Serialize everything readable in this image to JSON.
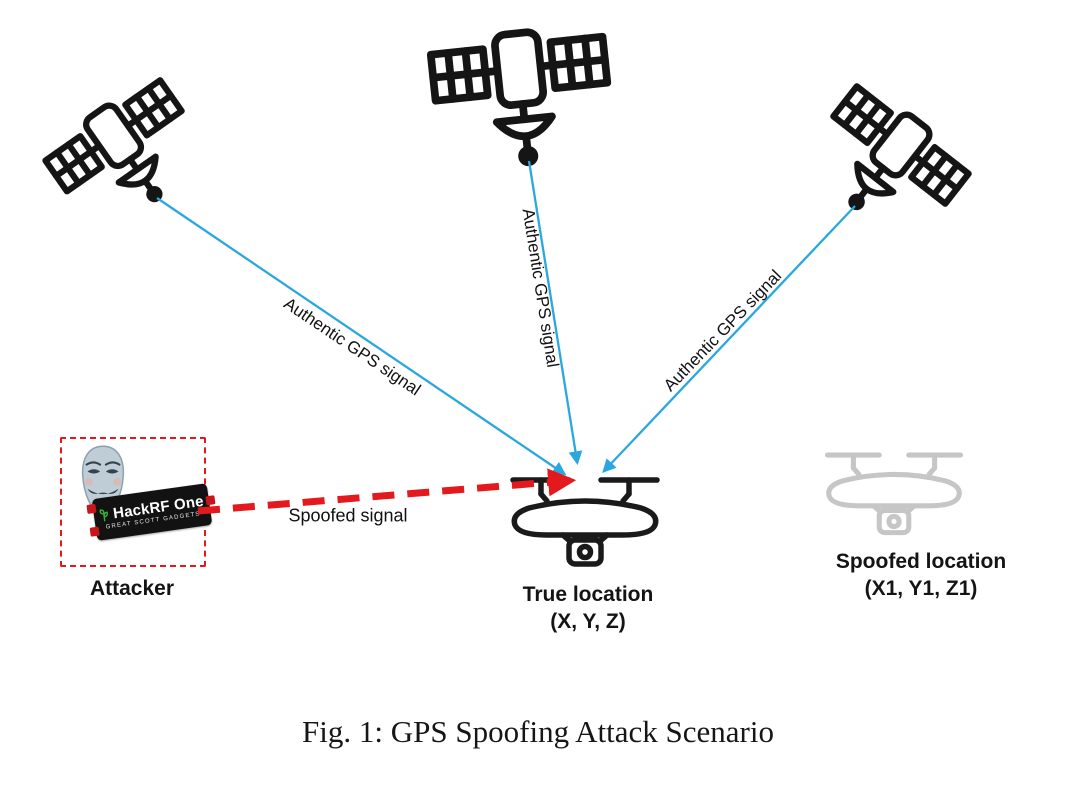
{
  "caption": "Fig. 1: GPS Spoofing Attack Scenario",
  "signals": {
    "authentic_left": "Authentic GPS signal",
    "authentic_center": "Authentic GPS signal",
    "authentic_right": "Authentic GPS signal",
    "spoofed": "Spoofed signal"
  },
  "attacker": {
    "label": "Attacker",
    "device_name": "HackRF One",
    "device_brand": "GREAT SCOTT GADGETS"
  },
  "drones": {
    "true": {
      "title": "True location",
      "coords": "(X, Y, Z)"
    },
    "spoofed": {
      "title": "Spoofed location",
      "coords": "(X1, Y1, Z1)"
    }
  },
  "colors": {
    "authentic_signal_arrow": "#2BA7E0",
    "spoofed_signal_arrow": "#E3191E",
    "attacker_box_border": "#E3191E",
    "satellite_ink": "#151515",
    "true_drone_ink": "#1A1A1A",
    "spoofed_drone_ink": "#C6C6C6",
    "hackrf_board": "#121212",
    "hackrf_logo_green": "#35B234",
    "sma_connector_red": "#C7151A",
    "mask_fill": "#BFCDD6"
  },
  "icons": {
    "satellite": "satellite-icon",
    "drone": "drone-icon",
    "anonymous_mask": "anonymous-mask-icon",
    "hackrf_device": "hackrf-one-device",
    "sma_connector": "sma-connector"
  }
}
